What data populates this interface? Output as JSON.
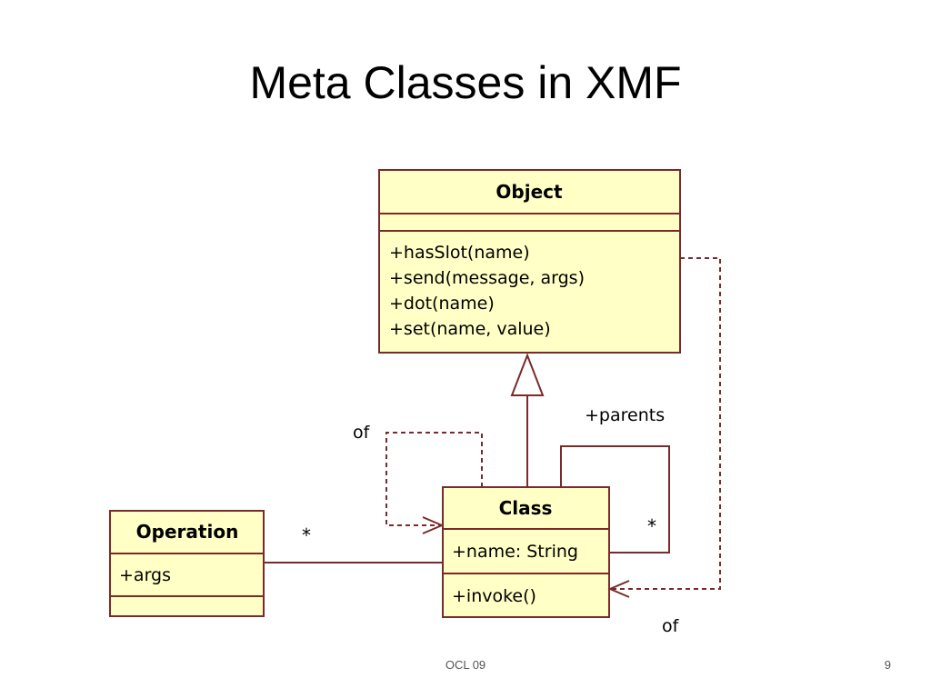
{
  "slide": {
    "title": "Meta Classes in XMF",
    "footer": "OCL 09",
    "page_number": "9"
  },
  "colors": {
    "box_fill": "#ffffc6",
    "line": "#7a2a2a",
    "text": "#000000"
  },
  "diagram": {
    "classes": {
      "object": {
        "name": "Object",
        "operations": [
          "+hasSlot(name)",
          "+send(message, args)",
          "+dot(name)",
          "+set(name, value)"
        ]
      },
      "class": {
        "name": "Class",
        "attributes": [
          "+name: String"
        ],
        "operations": [
          "+invoke()"
        ]
      },
      "operation": {
        "name": "Operation",
        "attributes": [
          "+args"
        ]
      }
    },
    "labels": {
      "of_left": "of",
      "of_right": "of",
      "parents_role": "+parents",
      "parents_multiplicity": "*",
      "operation_multiplicity": "*"
    }
  }
}
